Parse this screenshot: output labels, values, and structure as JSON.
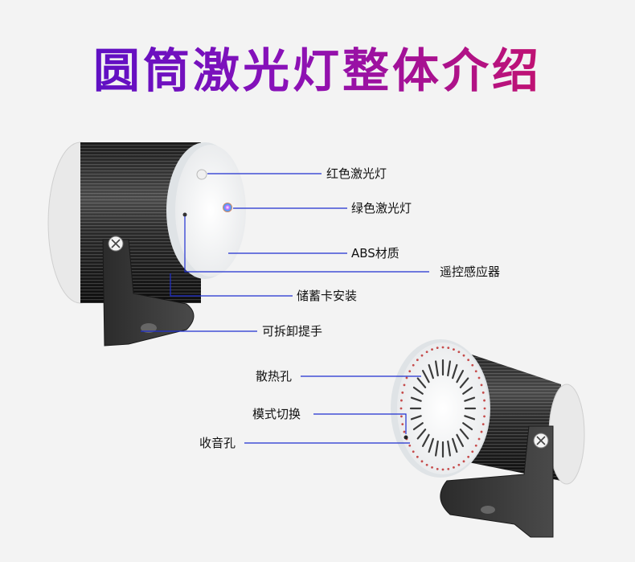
{
  "title": "圆筒激光灯整体介绍",
  "colors": {
    "title_gradient": [
      "#4a10c9",
      "#8a11b8",
      "#d41258"
    ],
    "callout_line": "#1f2fd0"
  },
  "callouts_front": {
    "red_laser": "红色激光灯",
    "green_laser": "绿色激光灯",
    "abs_material": "ABS材质",
    "remote_sensor": "遥控感应器",
    "card_install": "储蓄卡安装",
    "detachable_handle": "可拆卸提手"
  },
  "callouts_back": {
    "heat_vents": "散热孔",
    "mode_switch": "模式切换",
    "mic_hole": "收音孔"
  },
  "icons": [
    "screw-icon",
    "laser-lens-icon"
  ]
}
